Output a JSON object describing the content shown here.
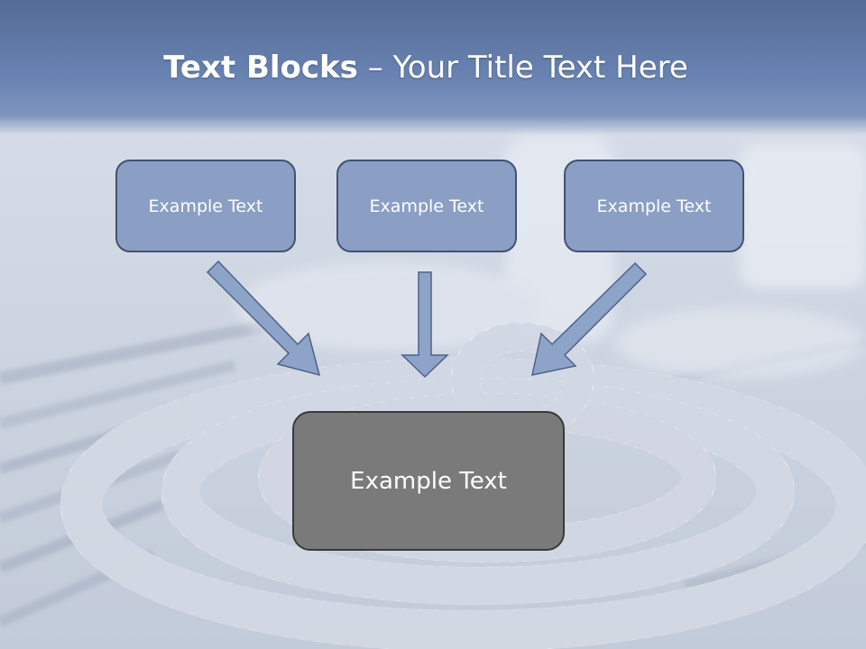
{
  "slide": {
    "title_bold": "Text Blocks",
    "title_sep": " – ",
    "title_rest": "Your Title Text Here"
  },
  "blocks": {
    "left": "Example Text",
    "center": "Example Text",
    "right": "Example Text",
    "bottom": "Example Text"
  },
  "colors": {
    "title_band": "#6a84b4",
    "box_fill": "#8b9fc4",
    "box_border": "#3f5372",
    "bottom_fill": "#7a7a7a",
    "bottom_border": "#3a3a3a",
    "arrow_fill": "#8da3c8",
    "arrow_stroke": "#4c6288"
  },
  "icons": {
    "background": "coiled-rope-photo"
  }
}
